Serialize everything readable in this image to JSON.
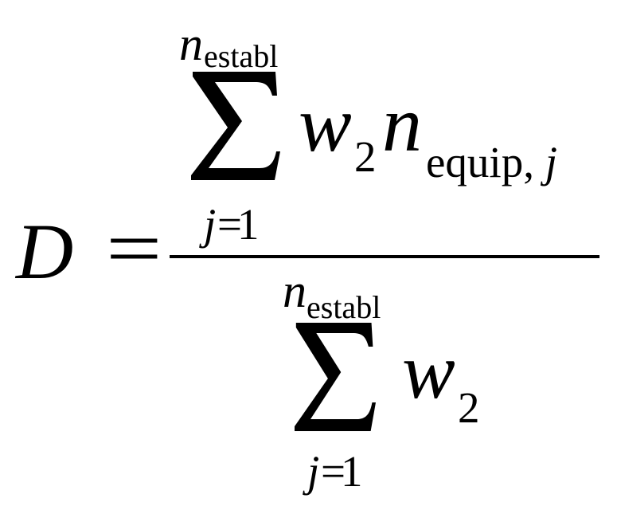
{
  "formula": {
    "lhs": "D",
    "equals": "=",
    "numerator": {
      "upper_limit_var": "n",
      "upper_limit_sub": "establ",
      "lower_limit_var": "j",
      "lower_limit_rest": "=1",
      "weight_var": "w",
      "weight_sub": "2",
      "count_var": "n",
      "count_sub": "equip,",
      "count_sub_index": "j"
    },
    "denominator": {
      "upper_limit_var": "n",
      "upper_limit_sub": "establ",
      "lower_limit_var": "j",
      "lower_limit_rest": "=1",
      "weight_var": "w",
      "weight_sub": "2"
    }
  }
}
